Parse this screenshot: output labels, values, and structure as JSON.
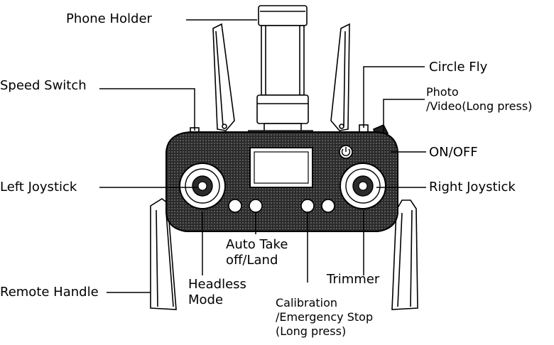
{
  "diagram": {
    "labels": {
      "phone_holder": "Phone Holder",
      "speed_switch": "Speed Switch",
      "left_joystick": "Left Joystick",
      "remote_handle": "Remote Handle",
      "headless_mode": "Headless\nMode",
      "auto_take_off_land": "Auto Take\noff/Land",
      "calibration": "Calibration\n/Emergency Stop\n(Long press)",
      "trimmer": "Trimmer",
      "right_joystick": "Right Joystick",
      "on_off": "ON/OFF",
      "photo_video": "Photo\n/Video(Long press)",
      "circle_fly": "Circle Fly"
    },
    "colors": {
      "ink": "#000000",
      "body": "#2b2b2b",
      "mesh": "#5a5a5a",
      "paper": "#ffffff"
    },
    "icons": {
      "power": "power-icon"
    }
  }
}
